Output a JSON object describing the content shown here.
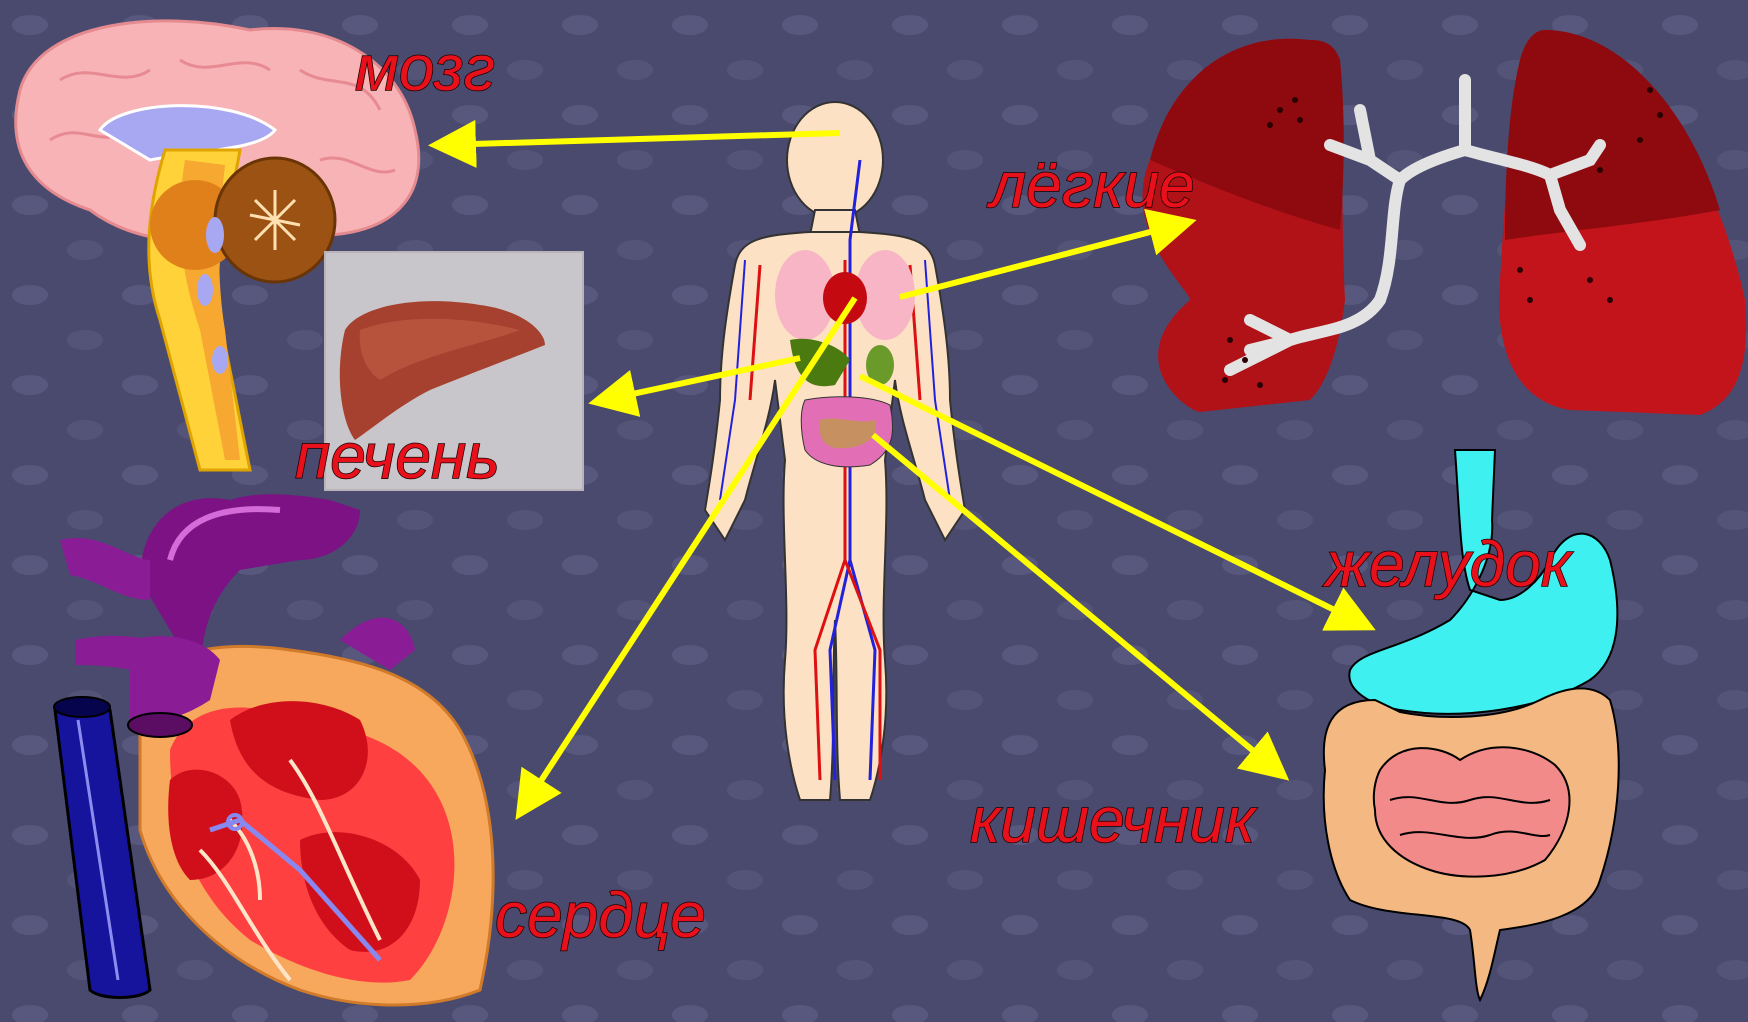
{
  "labels": {
    "brain": "мозг",
    "lungs": "лёгкие",
    "liver": "печень",
    "stomach": "желудок",
    "intestine": "кишечник",
    "heart": "сердце"
  },
  "colors": {
    "background": "#4a4a6e",
    "label": "#e8101a",
    "arrow": "#ffff00"
  }
}
